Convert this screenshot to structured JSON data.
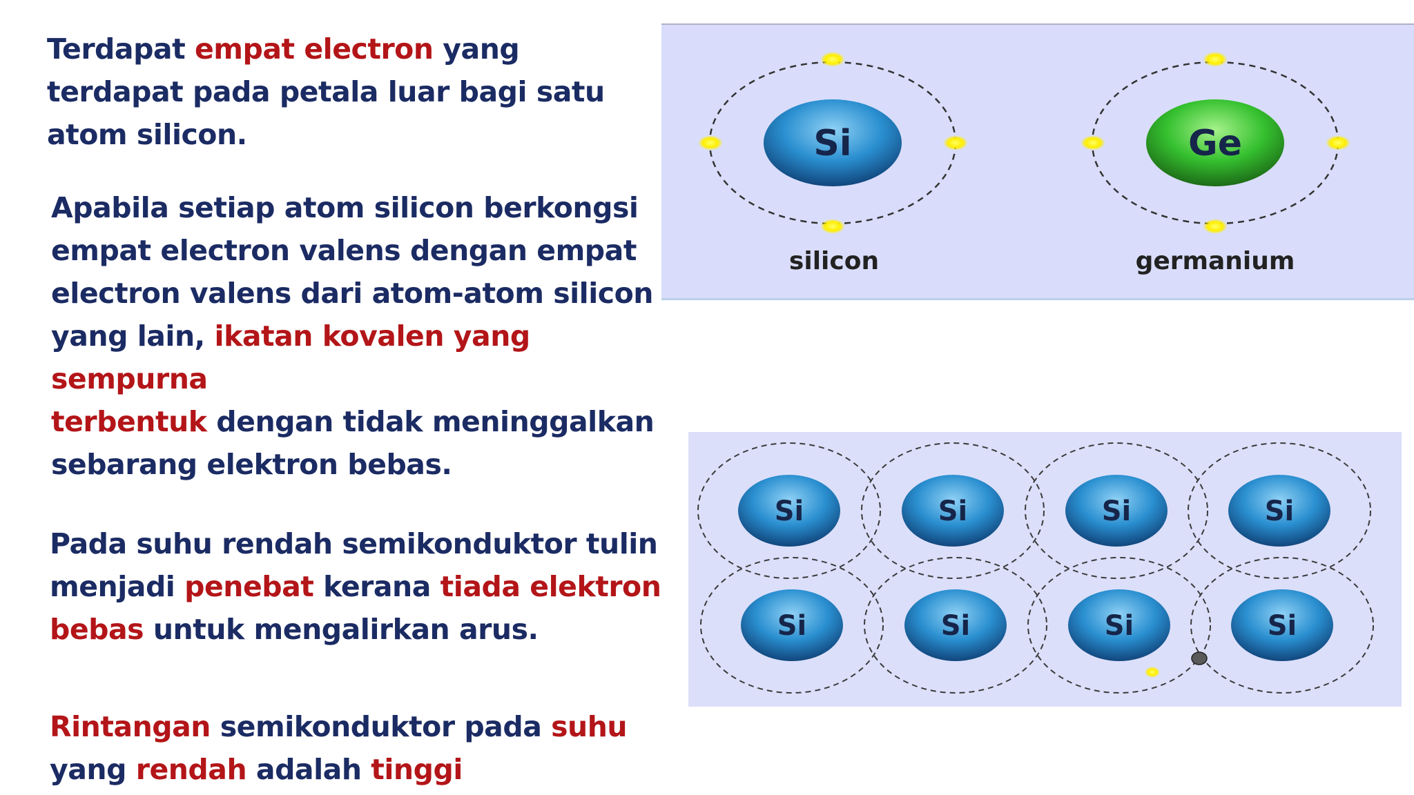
{
  "paragraphs": [
    {
      "id": "p1",
      "segments": [
        {
          "text": "Terdapat ",
          "emph": false
        },
        {
          "text": "empat electron",
          "emph": true
        },
        {
          "text": " yang",
          "emph": false
        },
        {
          "br": true
        },
        {
          "text": "terdapat pada petala luar bagi satu",
          "emph": false
        },
        {
          "br": true
        },
        {
          "text": "atom silicon.",
          "emph": false
        }
      ]
    },
    {
      "id": "p2",
      "segments": [
        {
          "text": "Apabila setiap atom silicon berkongsi",
          "emph": false
        },
        {
          "br": true
        },
        {
          "text": "empat electron valens dengan empat",
          "emph": false
        },
        {
          "br": true
        },
        {
          "text": "electron valens dari atom-atom silicon",
          "emph": false
        },
        {
          "br": true
        },
        {
          "text": "yang lain, ",
          "emph": false
        },
        {
          "text": "ikatan kovalen yang sempurna",
          "emph": true
        },
        {
          "br": true
        },
        {
          "text": "terbentuk",
          "emph": true
        },
        {
          "text": " dengan tidak meninggalkan",
          "emph": false
        },
        {
          "br": true
        },
        {
          "text": "sebarang elektron bebas.",
          "emph": false
        }
      ]
    },
    {
      "id": "p3",
      "segments": [
        {
          "text": "Pada suhu rendah semikonduktor tulin",
          "emph": false
        },
        {
          "br": true
        },
        {
          "text": "menjadi ",
          "emph": false
        },
        {
          "text": "penebat",
          "emph": true
        },
        {
          "text": " kerana ",
          "emph": false
        },
        {
          "text": "tiada elektron",
          "emph": true
        },
        {
          "br": true
        },
        {
          "text": "bebas",
          "emph": true
        },
        {
          "text": " untuk mengalirkan arus.",
          "emph": false
        }
      ]
    },
    {
      "id": "p4",
      "segments": [
        {
          "text": "Rintangan",
          "emph": true
        },
        {
          "text": " semikonduktor pada ",
          "emph": false
        },
        {
          "text": "suhu",
          "emph": true
        },
        {
          "br": true
        },
        {
          "text": "yang ",
          "emph": false
        },
        {
          "text": "rendah",
          "emph": true
        },
        {
          "text": " adalah ",
          "emph": false
        },
        {
          "text": "tinggi",
          "emph": true
        }
      ]
    }
  ],
  "atom_diagram": {
    "atoms": [
      {
        "symbol": "Si",
        "caption": "silicon",
        "color": "#1f86c4"
      },
      {
        "symbol": "Ge",
        "caption": "germanium",
        "color": "#2fb52f"
      }
    ],
    "valence_electrons": 4
  },
  "lattice": {
    "rows": 2,
    "columns": 4,
    "symbol": "Si",
    "atom_color": "#1f86c4"
  },
  "colors": {
    "text": "#1b2b63",
    "emphasis": "#b31518",
    "electron": "#ffee00",
    "hole": "#555555",
    "panel_background": "#d9ddfb"
  }
}
